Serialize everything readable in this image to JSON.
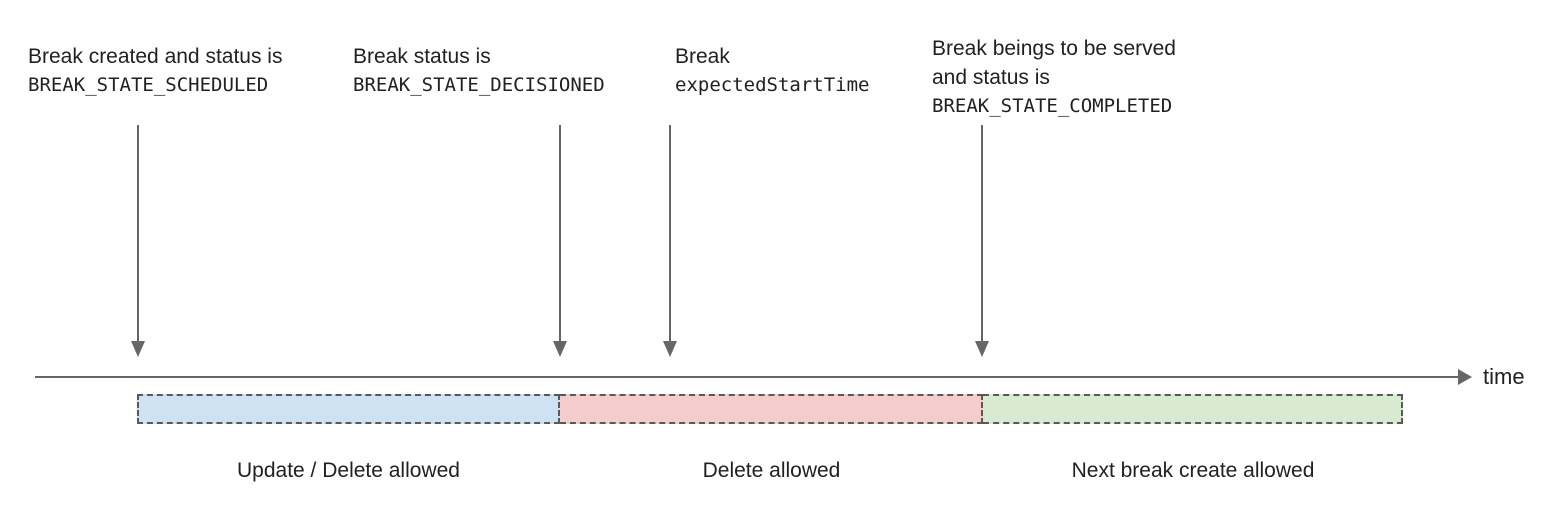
{
  "diagram": {
    "axis_label": "time",
    "annotations": [
      {
        "name": "break-created",
        "lines": [
          "Break created and status is",
          "BREAK_STATE_SCHEDULED"
        ]
      },
      {
        "name": "break-decisioned",
        "lines": [
          "Break status is",
          "BREAK_STATE_DECISIONED"
        ]
      },
      {
        "name": "break-expected-start",
        "lines": [
          "Break",
          "expectedStartTime"
        ]
      },
      {
        "name": "break-completed",
        "lines": [
          "Break beings to be served",
          "and status is",
          "BREAK_STATE_COMPLETED"
        ]
      }
    ],
    "segments": [
      {
        "label": "Update / Delete allowed",
        "color": "#cfe2f3"
      },
      {
        "label": "Delete allowed",
        "color": "#f4cccc"
      },
      {
        "label": "Next break create allowed",
        "color": "#d9ead3"
      }
    ],
    "colors": {
      "axis": "#666666",
      "arrow": "#666666",
      "segment_border": "#595959",
      "text": "#202124"
    }
  }
}
